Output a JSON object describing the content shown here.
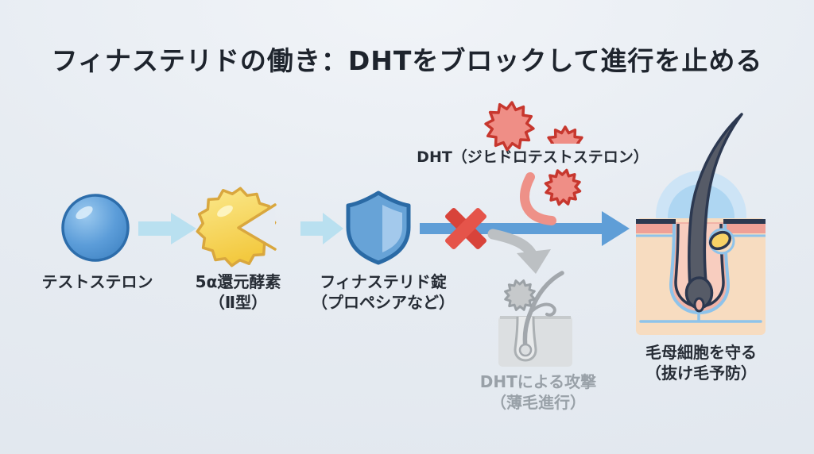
{
  "title": "フィナステリドの働き：DHTをブロックして進行を止める",
  "flow": {
    "testosterone": {
      "label": "テストステロン"
    },
    "enzyme": {
      "line1": "5α還元酵素",
      "line2": "（Ⅱ型）"
    },
    "finasteride": {
      "line1": "フィナステリド錠",
      "line2": "（プロペシアなど）"
    },
    "dht": {
      "label": "DHT（ジヒドロテストステロン）"
    },
    "dht_attack": {
      "line1": "DHTによる攻撃",
      "line2": "（薄毛進行）"
    },
    "protection": {
      "line1": "毛母細胞を守る",
      "line2": "（抜け毛予防）"
    }
  },
  "colors": {
    "background": "#e7ecf2",
    "main_arrow_blue": "#5f9ed7",
    "light_arrow_blue": "#b9e0f0",
    "testosterone_blue": "#4a8ed0",
    "enzyme_yellow": "#f6cf4f",
    "shield_blue": "#67a3d7",
    "block_x_red": "#e04b41",
    "dht_red": "#ef8e86",
    "blocked_gray": "#babec1",
    "skin_peach": "#f7dcc0",
    "text_dark": "#20262e",
    "text_gray": "#99a1a8"
  }
}
